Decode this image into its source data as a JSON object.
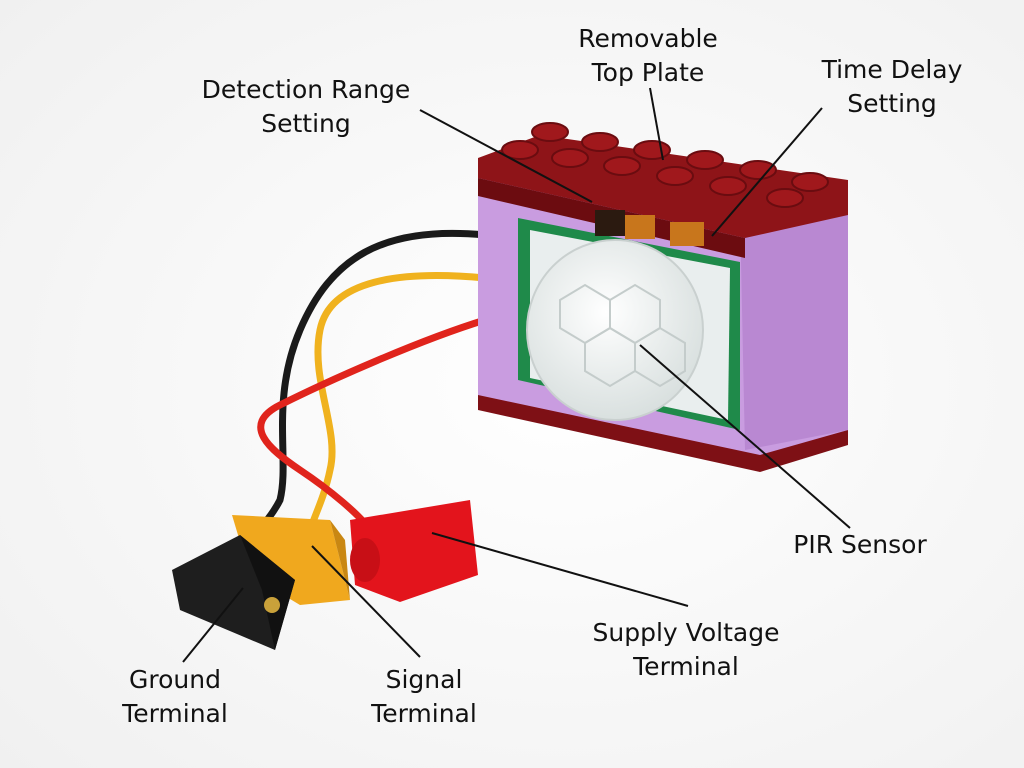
{
  "labels": {
    "top_plate": {
      "line1": "Removable",
      "line2": "Top Plate"
    },
    "detection_range": {
      "line1": "Detection Range",
      "line2": "Setting"
    },
    "time_delay": {
      "line1": "Time Delay",
      "line2": "Setting"
    },
    "pir_sensor": {
      "line1": "PIR Sensor"
    },
    "supply_voltage": {
      "line1": "Supply Voltage",
      "line2": "Terminal"
    },
    "ground": {
      "line1": "Ground",
      "line2": "Terminal"
    },
    "signal": {
      "line1": "Signal",
      "line2": "Terminal"
    }
  },
  "colors": {
    "brick_red": "#8e1418",
    "lavender": "#c79ae0",
    "pcb_green": "#1f8a4a",
    "dome_white": "#eef1f1",
    "wire_black": "#1a1a1a",
    "wire_yellow": "#f0b21e",
    "wire_red": "#e0241c",
    "connector_yellow": "#f0a81e",
    "connector_red": "#e3141c"
  }
}
